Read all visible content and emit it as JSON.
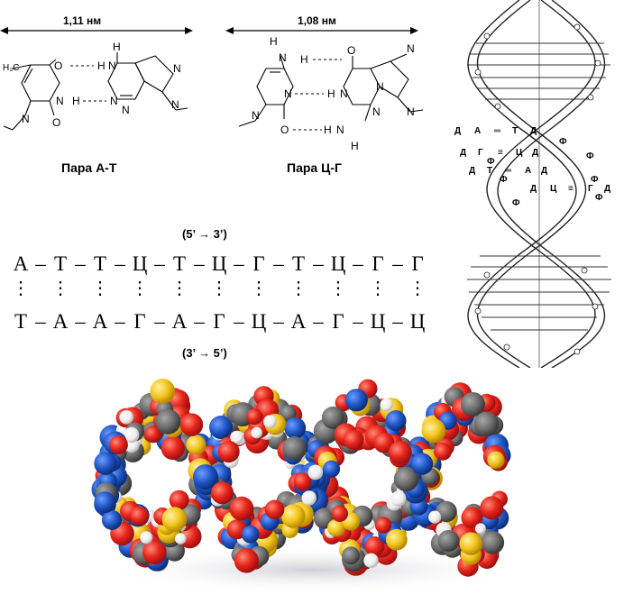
{
  "pair_at": {
    "distance": "1,11 нм",
    "label": "Пара А-Т",
    "atoms": {
      "ch3": "H₃C",
      "o1": "O",
      "h1": "H",
      "n1": "N",
      "o2": "O",
      "n2": "N",
      "h_top": "H",
      "n_top": "N",
      "h_mid": "H",
      "n_mid": "N",
      "n3": "N",
      "n4": "N",
      "n5": "N",
      "n6": "N"
    }
  },
  "pair_cg": {
    "distance": "1,08 нм",
    "label": "Пара Ц-Г",
    "atoms": {
      "h_top": "H",
      "n_top": "N",
      "h1": "H",
      "o_top": "O",
      "n1": "N",
      "h2": "H",
      "n2": "N",
      "n3": "N",
      "o_bot": "O",
      "h3": "H",
      "n_bot": "N",
      "h_bot": "H",
      "n4": "N",
      "n5": "N",
      "n6": "N",
      "n7": "N"
    }
  },
  "sequence": {
    "top_direction": "(5’ → 3’)",
    "bottom_direction": "(3’ → 5’)",
    "top_strand": [
      "А",
      "Т",
      "Т",
      "Ц",
      "Т",
      "Ц",
      "Г",
      "Т",
      "Ц",
      "Г",
      "Г"
    ],
    "bottom_strand": [
      "Т",
      "А",
      "А",
      "Г",
      "А",
      "Г",
      "Ц",
      "А",
      "Г",
      "Ц",
      "Ц"
    ],
    "dash": "–",
    "dot": "⋮"
  },
  "helix": {
    "rungs": [
      {
        "left": "Д",
        "a": "А",
        "bond": "═",
        "b": "Т",
        "right": "Д"
      },
      {
        "left": "Д",
        "a": "Г",
        "bond": "≡",
        "b": "Ц",
        "right": "Д"
      },
      {
        "left": "Д",
        "a": "Т",
        "bond": "═",
        "b": "А",
        "right": "Д"
      },
      {
        "left": "Д",
        "a": "Ц",
        "bond": "≡",
        "b": "Г",
        "right": "Д"
      }
    ],
    "phosphate": "Ф"
  },
  "colors": {
    "text": "#000000",
    "oxygen": "#e8261c",
    "carbon": "#6b6b6b",
    "hydrogen": "#f4f4f4",
    "nitrogen": "#1d55c4",
    "phosphorus": "#f2c21a"
  }
}
